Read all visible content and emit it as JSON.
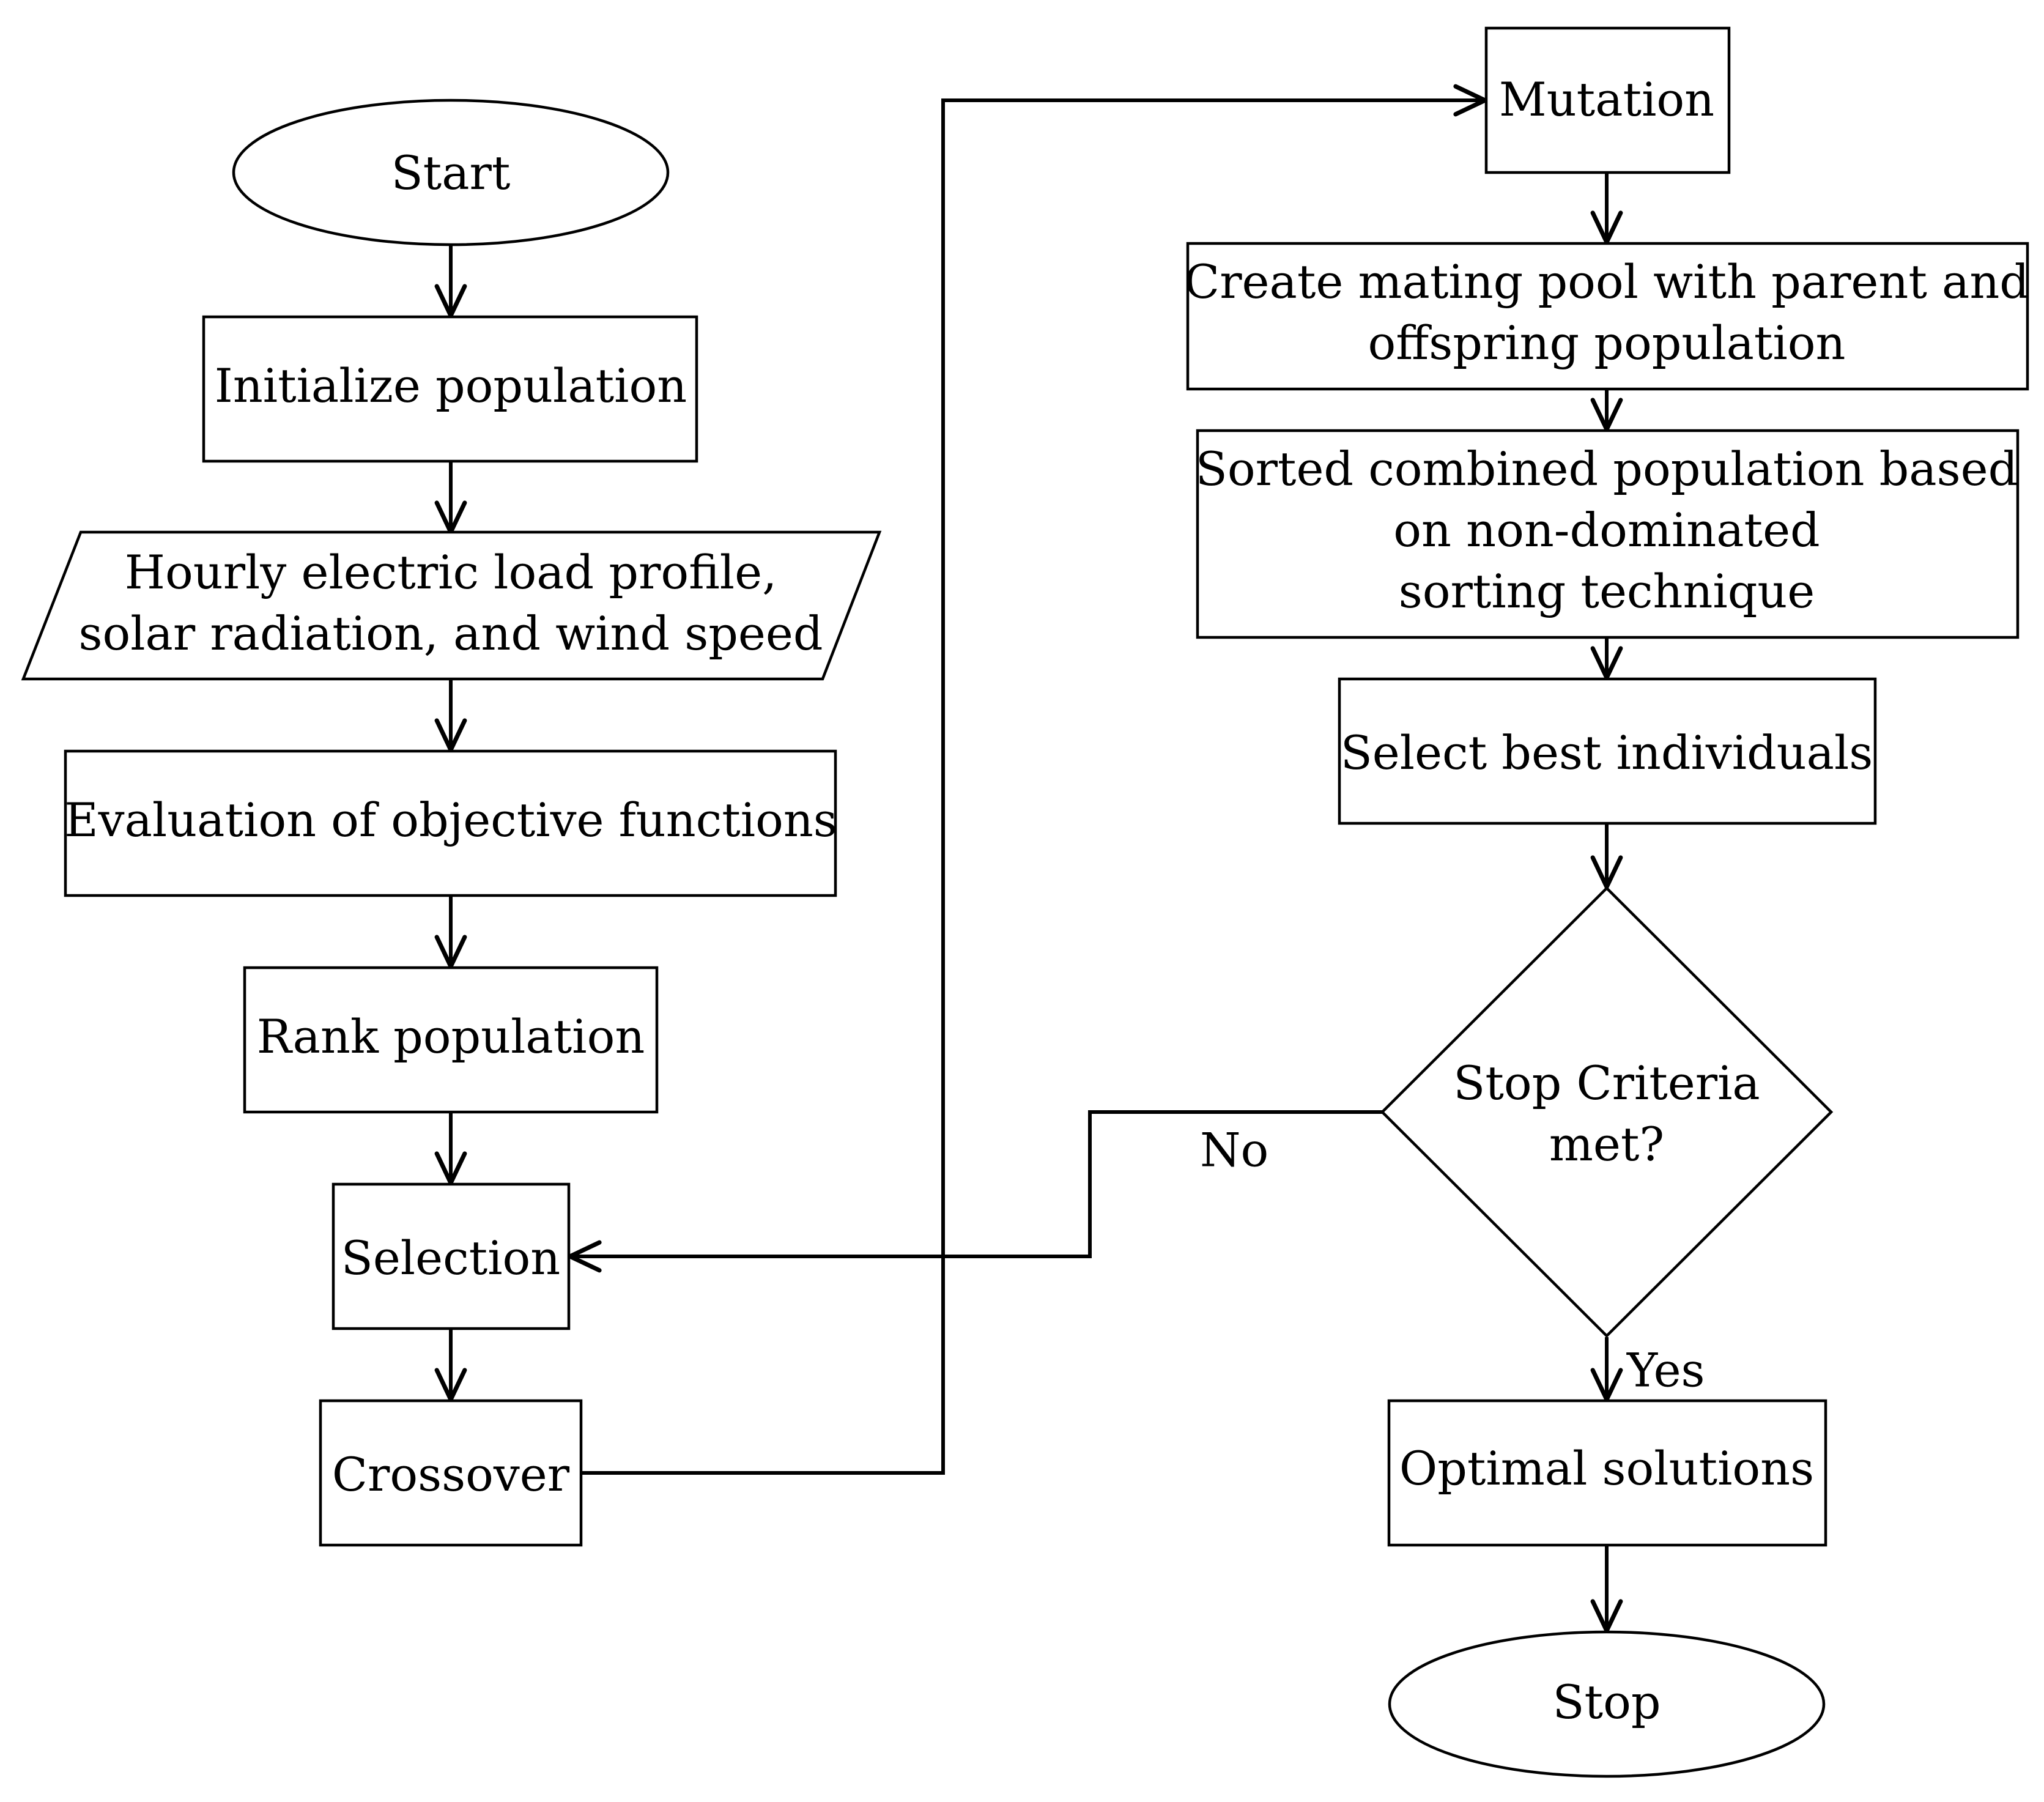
{
  "nodes": {
    "start": {
      "lines": [
        "Start"
      ]
    },
    "init": {
      "lines": [
        "Initialize population"
      ]
    },
    "input": {
      "lines": [
        "Hourly electric load profile,",
        "solar radiation, and wind speed"
      ]
    },
    "evaluate": {
      "lines": [
        "Evaluation of objective functions"
      ]
    },
    "rank": {
      "lines": [
        "Rank population"
      ]
    },
    "selection": {
      "lines": [
        "Selection"
      ]
    },
    "crossover": {
      "lines": [
        "Crossover"
      ]
    },
    "mutation": {
      "lines": [
        "Mutation"
      ]
    },
    "mating": {
      "lines": [
        "Create mating pool with parent and",
        "offspring population"
      ]
    },
    "sorted": {
      "lines": [
        "Sorted combined population based",
        "on non-dominated",
        "sorting technique"
      ]
    },
    "select_best": {
      "lines": [
        "Select best individuals"
      ]
    },
    "decision": {
      "lines": [
        "Stop Criteria",
        "met?"
      ]
    },
    "optimal": {
      "lines": [
        "Optimal solutions"
      ]
    },
    "stop": {
      "lines": [
        "Stop"
      ]
    }
  },
  "edge_labels": {
    "no": "No",
    "yes": "Yes"
  },
  "colors": {
    "stroke": "#000000",
    "fill": "#ffffff",
    "text": "#000000"
  }
}
